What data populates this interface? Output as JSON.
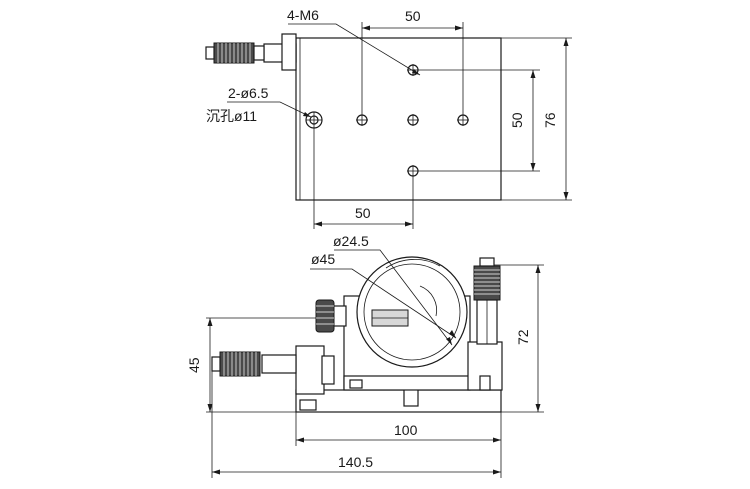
{
  "top_view": {
    "thread_callout": "4-M6",
    "hole_callout_1": "2-ø6.5",
    "hole_callout_2": "沉孔ø11",
    "dim_top": "50",
    "dim_bottom": "50",
    "dim_right_inner": "50",
    "dim_right_outer": "76"
  },
  "front_view": {
    "dia_large": "ø45",
    "dia_small": "ø24.5",
    "dim_height_left": "45",
    "dim_height_right": "72",
    "dim_base_width": "100",
    "dim_overall_width": "140.5"
  }
}
